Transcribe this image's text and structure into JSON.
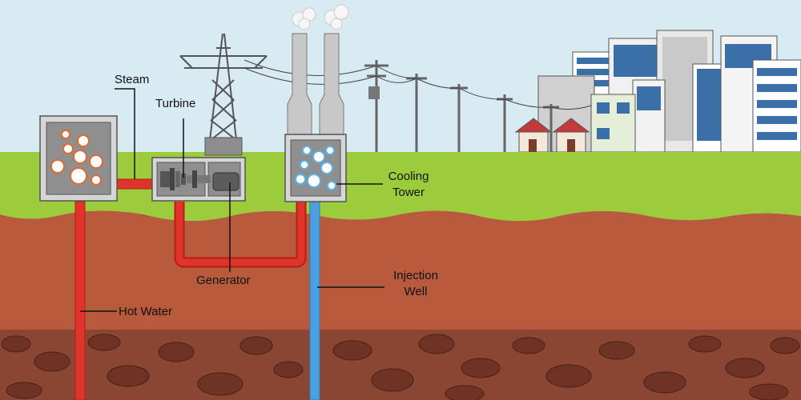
{
  "labels": {
    "steam": "Steam",
    "turbine": "Turbine",
    "generator": "Generator",
    "cooling_tower_line1": "Cooling",
    "cooling_tower_line2": "Tower",
    "injection_well_line1": "Injection",
    "injection_well_line2": "Well",
    "hot_water": "Hot Water"
  },
  "colors": {
    "sky": "#d8eaf2",
    "grass": "#9ccc3c",
    "soil": "#b85a3c",
    "rock_layer": "#8a4632",
    "hot_pipe": "#e0332a",
    "cold_pipe": "#4aa0e0",
    "box_gray": "#9a9a9a",
    "frame": "#d6d6d6"
  },
  "icons": [
    "power-tower-icon",
    "chimney-icon",
    "utility-pole-icon",
    "house-icon",
    "office-building-icon",
    "steam-cloud-icon"
  ]
}
